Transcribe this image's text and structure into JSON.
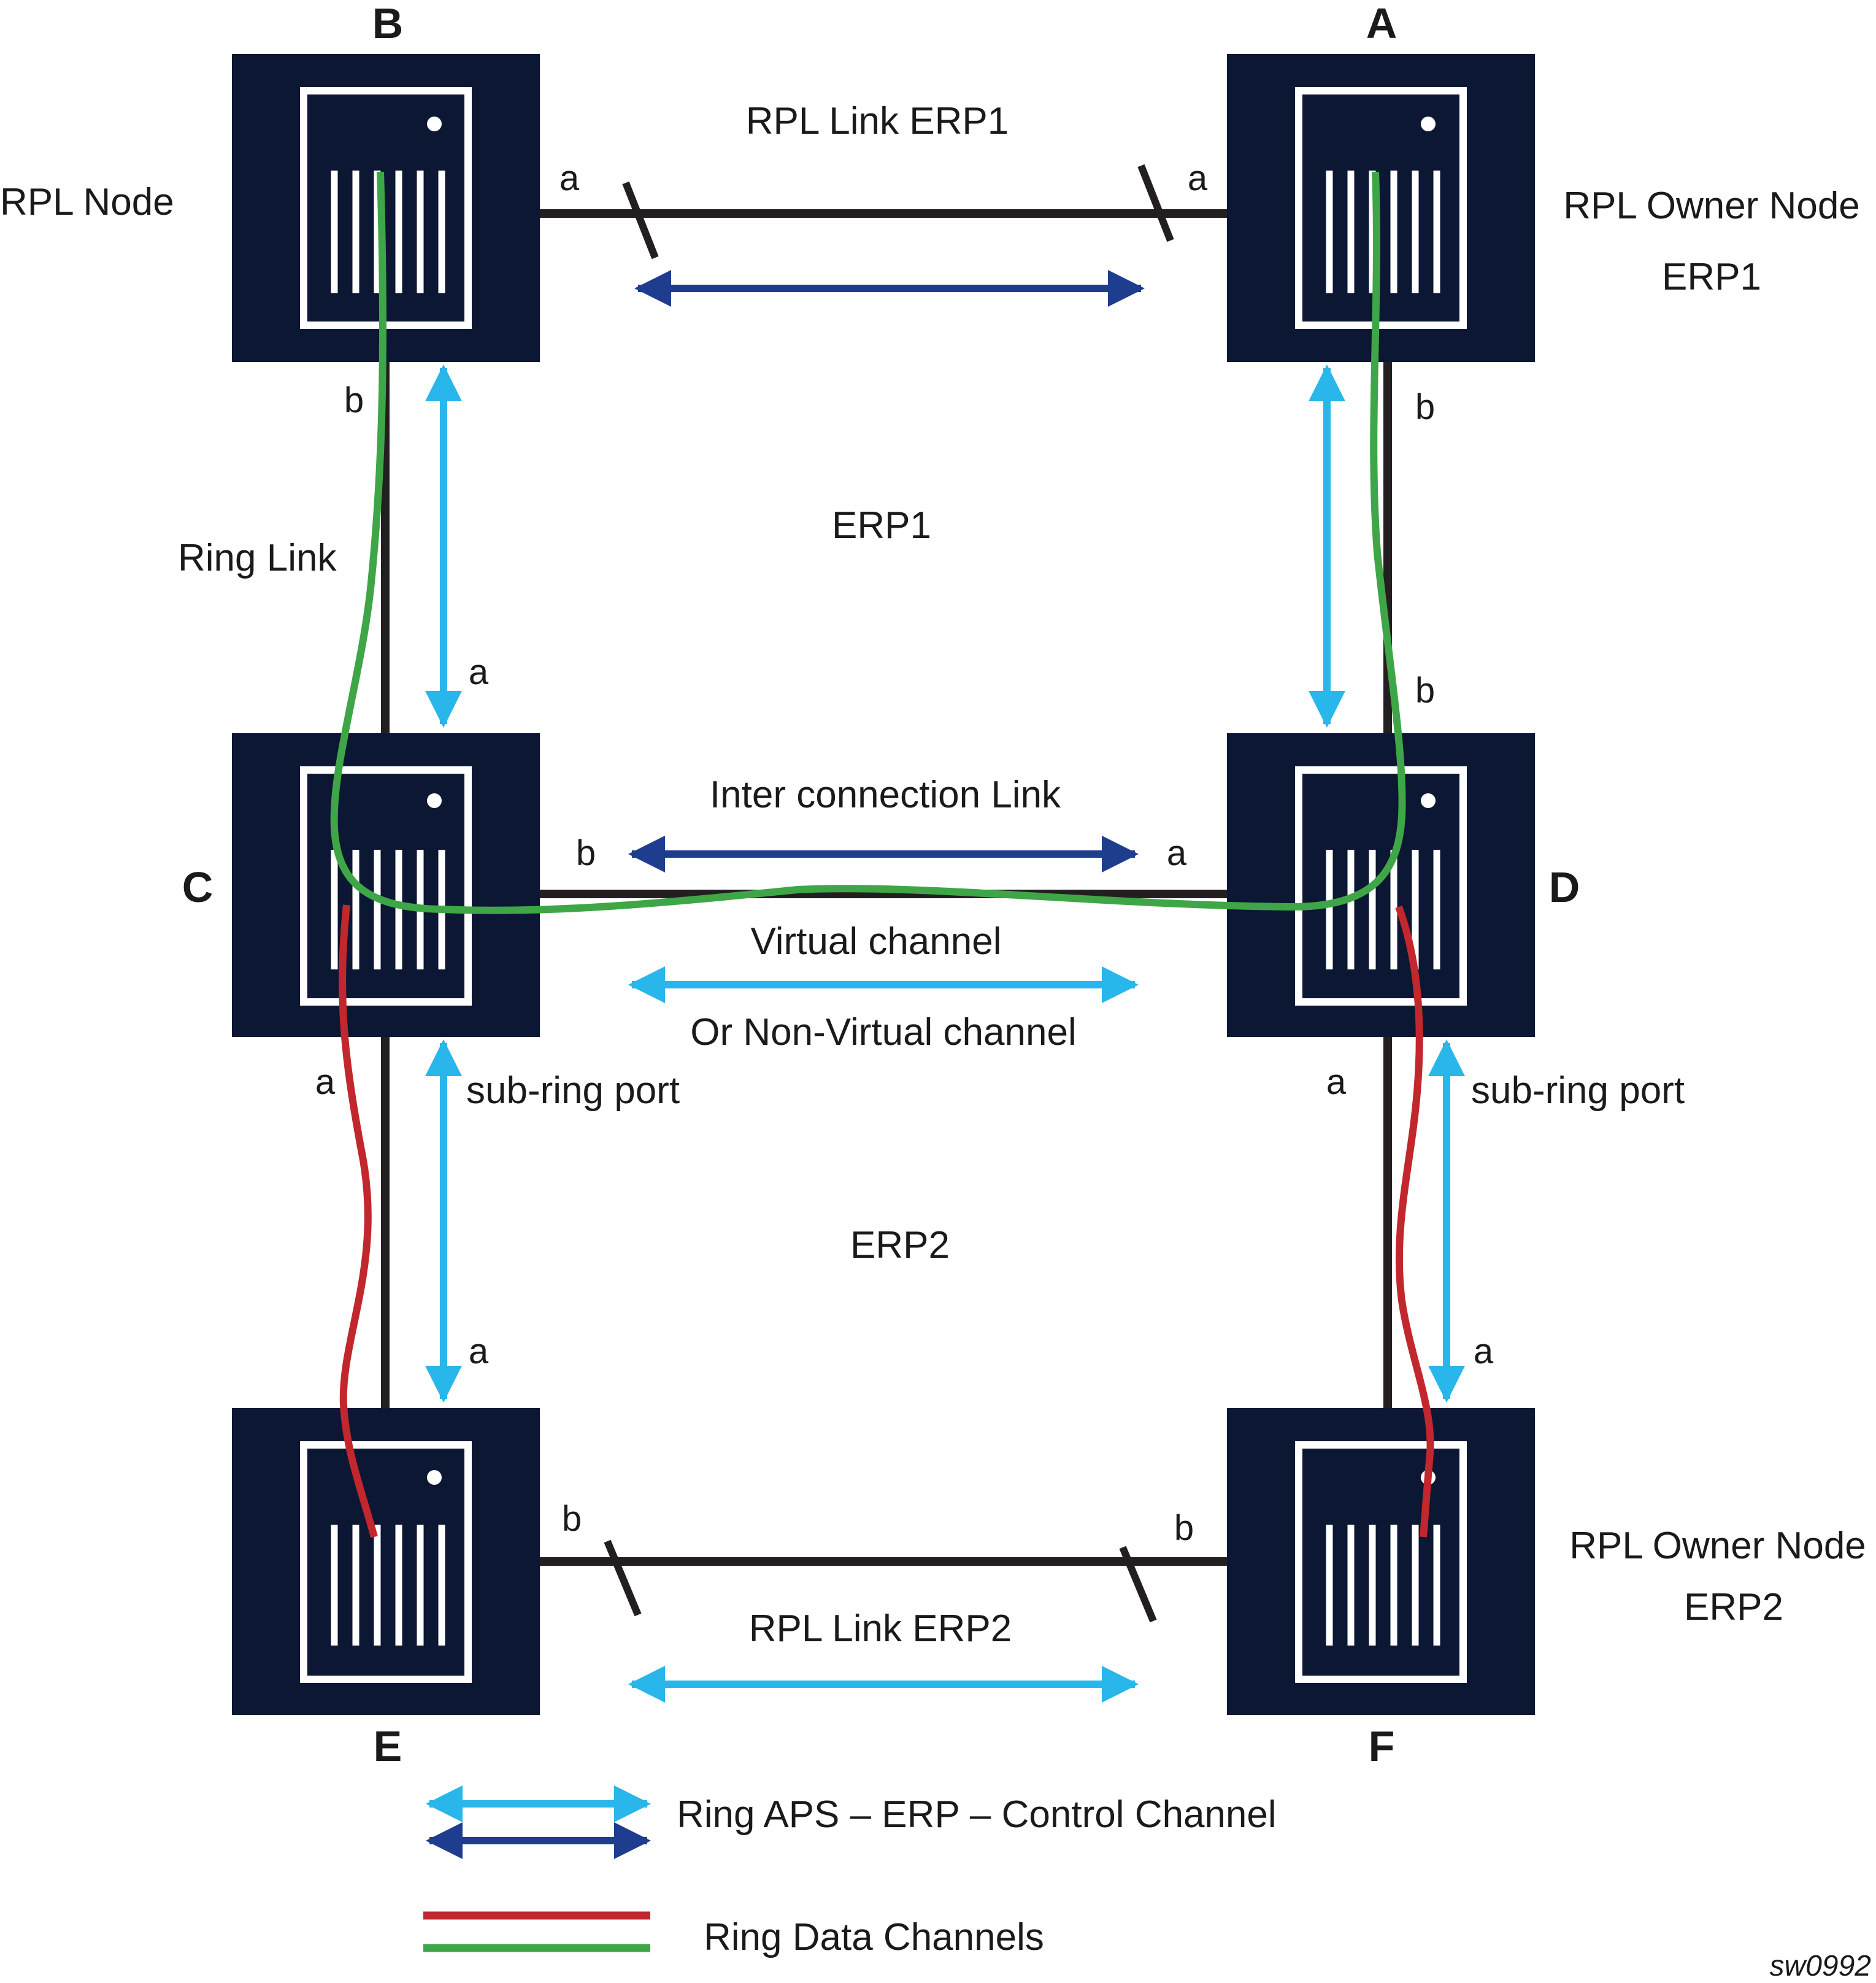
{
  "nodes": {
    "A": {
      "letter": "A"
    },
    "B": {
      "letter": "B"
    },
    "C": {
      "letter": "C"
    },
    "D": {
      "letter": "D"
    },
    "E": {
      "letter": "E"
    },
    "F": {
      "letter": "F"
    }
  },
  "labels": {
    "rpl_node": "RPL Node",
    "rpl_owner_node_erp1_line1": "RPL Owner Node",
    "rpl_owner_node_erp1_line2": "ERP1",
    "rpl_link_erp1": "RPL Link ERP1",
    "erp1": "ERP1",
    "ring_link": "Ring Link",
    "inter_connection_link": "Inter connection Link",
    "virtual_channel": "Virtual channel",
    "non_virtual_channel": "Or Non-Virtual channel",
    "sub_ring_port_left": "sub-ring port",
    "sub_ring_port_right": "sub-ring port",
    "erp2": "ERP2",
    "rpl_link_erp2": "RPL Link ERP2",
    "rpl_owner_node_erp2_line1": "RPL Owner Node",
    "rpl_owner_node_erp2_line2": "ERP2"
  },
  "ports": {
    "b_a": "a",
    "a_a": "a",
    "b_b": "b",
    "a_b": "b",
    "c_a_top": "a",
    "d_b_top": "b",
    "c_b": "b",
    "d_a": "a",
    "c_a_bottom": "a",
    "d_a_bottom": "a",
    "e_a": "a",
    "f_a": "a",
    "e_b": "b",
    "f_b": "b"
  },
  "legend": {
    "control_channel": "Ring APS  – ERP – Control Channel",
    "data_channels": "Ring Data Channels"
  },
  "figure_id": "sw0992",
  "colors": {
    "node": "#0c1733",
    "link": "#231f20",
    "control_light": "#29b6ea",
    "control_dark": "#1f3d8f",
    "data_green": "#3ea647",
    "data_red": "#c1272d"
  }
}
